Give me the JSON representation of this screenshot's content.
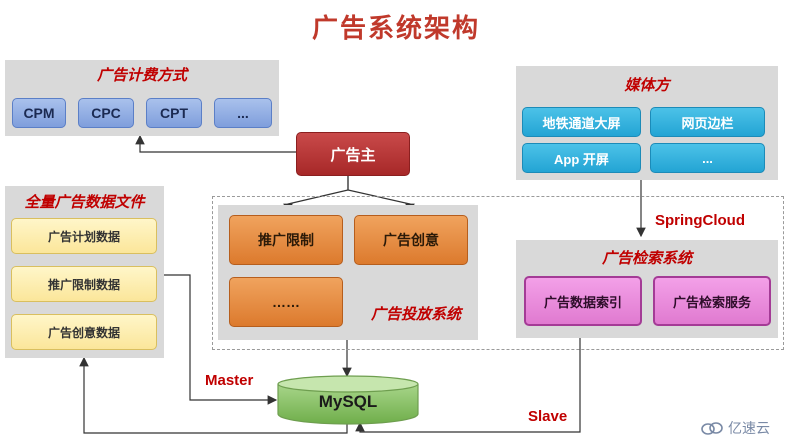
{
  "title": "广告系统架构",
  "billing": {
    "title": "广告计费方式",
    "items": [
      "CPM",
      "CPC",
      "CPT",
      "..."
    ]
  },
  "advertiser": "广告主",
  "files": {
    "title": "全量广告数据文件",
    "items": [
      "广告计划数据",
      "推广限制数据",
      "广告创意数据"
    ]
  },
  "delivery": {
    "title": "广告投放系统",
    "items": [
      "推广限制",
      "广告创意",
      "……"
    ]
  },
  "media": {
    "title": "媒体方",
    "items": [
      "地铁通道大屏",
      "网页边栏",
      "App 开屏",
      "..."
    ]
  },
  "springcloud": "SpringCloud",
  "retrieval": {
    "title": "广告检索系统",
    "items": [
      "广告数据索引",
      "广告检索服务"
    ]
  },
  "db": {
    "name": "MySQL",
    "master_label": "Master",
    "slave_label": "Slave"
  },
  "watermark": "亿速云"
}
